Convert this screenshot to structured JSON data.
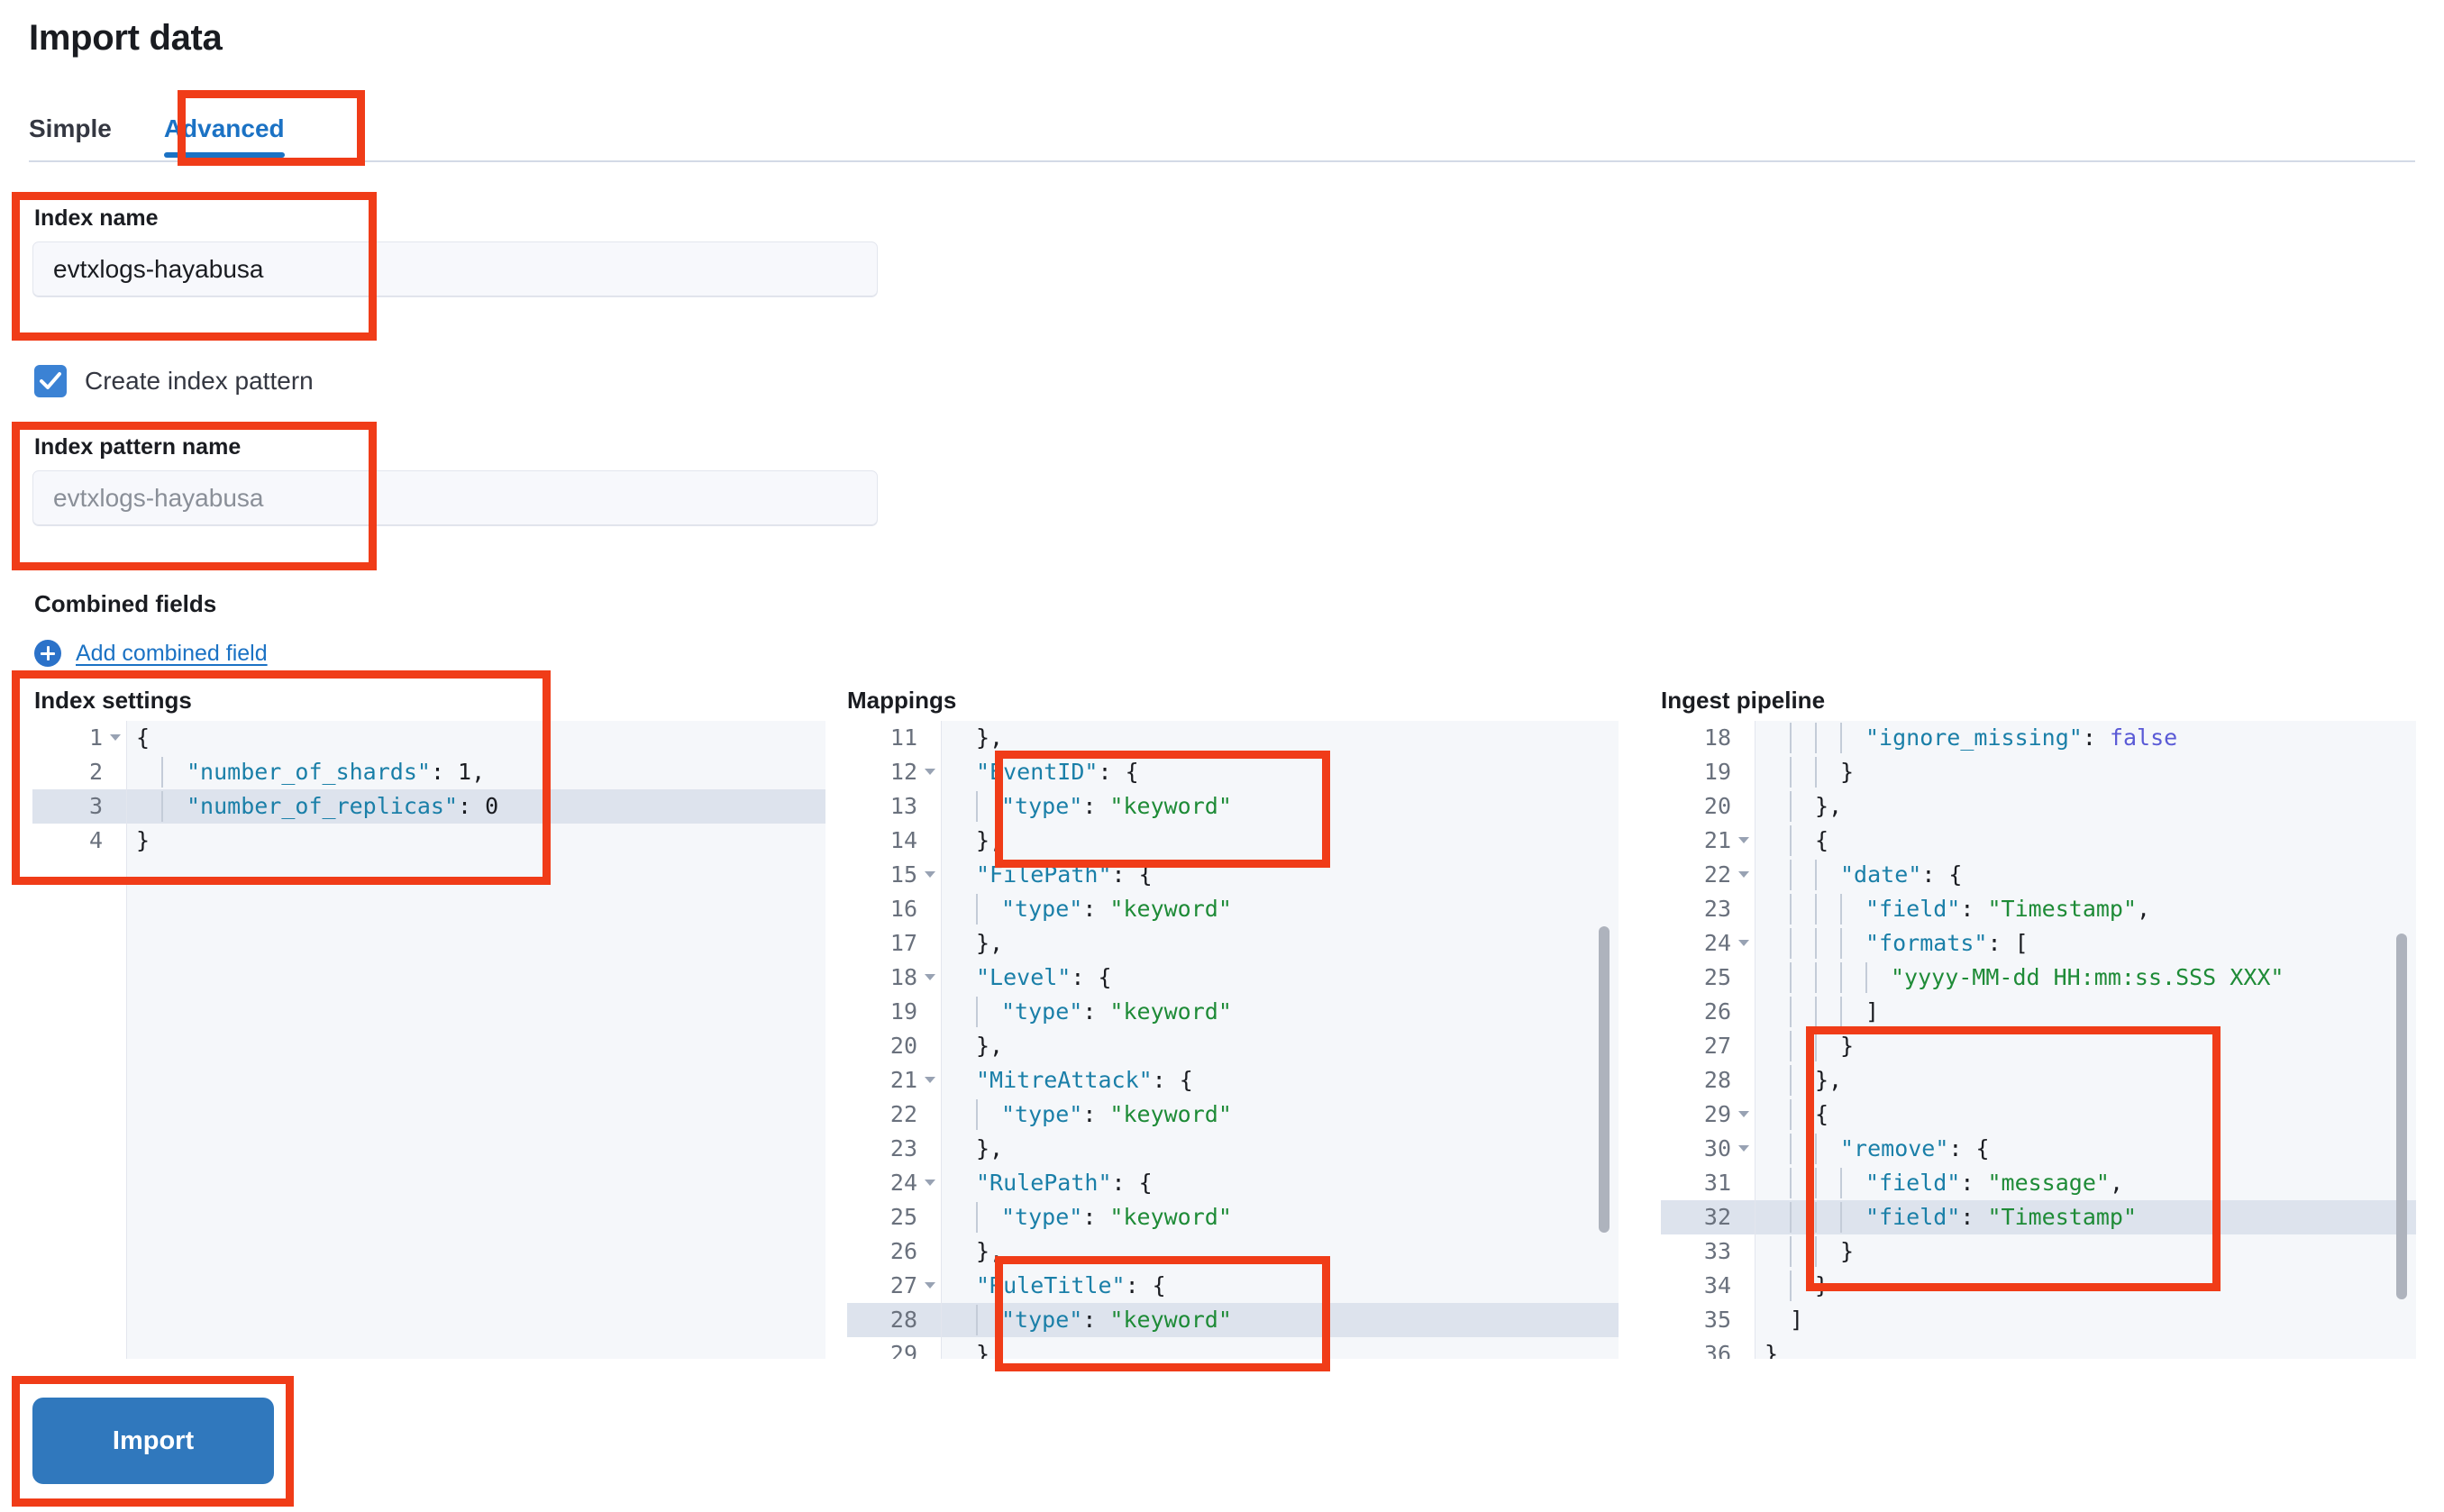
{
  "header": {
    "title": "Import data"
  },
  "tabs": [
    {
      "label": "Simple",
      "active": false
    },
    {
      "label": "Advanced",
      "active": true
    }
  ],
  "form": {
    "index_name": {
      "label": "Index name",
      "value": "evtxlogs-hayabusa",
      "is_placeholder": false
    },
    "create_index_pattern": {
      "label": "Create index pattern",
      "checked": true
    },
    "index_pattern_name": {
      "label": "Index pattern name",
      "value": "evtxlogs-hayabusa",
      "is_placeholder": true
    },
    "combined_fields": {
      "label": "Combined fields",
      "add_link": "Add combined field"
    }
  },
  "editors": {
    "index_settings": {
      "title": "Index settings",
      "first_line": 1,
      "highlight_line": 3,
      "fold_lines": [
        1
      ],
      "lines": [
        "{",
        "    \"number_of_shards\": 1,",
        "    \"number_of_replicas\": 0",
        "}"
      ]
    },
    "mappings": {
      "title": "Mappings",
      "first_line": 11,
      "highlight_line": 28,
      "fold_lines": [
        12,
        15,
        18,
        21,
        24,
        27
      ],
      "lines": [
        "  },",
        "  \"EventID\": {",
        "    \"type\": \"keyword\"",
        "  },",
        "  \"FilePath\": {",
        "    \"type\": \"keyword\"",
        "  },",
        "  \"Level\": {",
        "    \"type\": \"keyword\"",
        "  },",
        "  \"MitreAttack\": {",
        "    \"type\": \"keyword\"",
        "  },",
        "  \"RulePath\": {",
        "    \"type\": \"keyword\"",
        "  },",
        "  \"RuleTitle\": {",
        "    \"type\": \"keyword\"",
        "  },"
      ]
    },
    "ingest_pipeline": {
      "title": "Ingest pipeline",
      "first_line": 18,
      "highlight_line": 32,
      "fold_lines": [
        21,
        22,
        24,
        29,
        30
      ],
      "lines": [
        "        \"ignore_missing\": false",
        "      }",
        "    },",
        "    {",
        "      \"date\": {",
        "        \"field\": \"Timestamp\",",
        "        \"formats\": [",
        "          \"yyyy-MM-dd HH:mm:ss.SSS XXX\"",
        "        ]",
        "      }",
        "    },",
        "    {",
        "      \"remove\": {",
        "        \"field\": \"message\",",
        "        \"field\": \"Timestamp\"",
        "      }",
        "    }",
        "  ]",
        "}"
      ]
    }
  },
  "actions": {
    "import_label": "Import"
  },
  "colors": {
    "accent": "#1b72c4",
    "annotation": "#f03c18",
    "button": "#3078bd",
    "json_key": "#1a7fa8",
    "json_string": "#1e8b37",
    "json_boolean": "#5a5ad6",
    "highlight_row": "#dde3ed"
  },
  "annotations": [
    {
      "name": "advanced-tab-highlight"
    },
    {
      "name": "index-name-highlight"
    },
    {
      "name": "index-pattern-name-highlight"
    },
    {
      "name": "index-settings-highlight"
    },
    {
      "name": "mappings-eventid-highlight"
    },
    {
      "name": "mappings-ruletitle-highlight"
    },
    {
      "name": "ingest-remove-highlight"
    },
    {
      "name": "import-button-highlight"
    }
  ]
}
